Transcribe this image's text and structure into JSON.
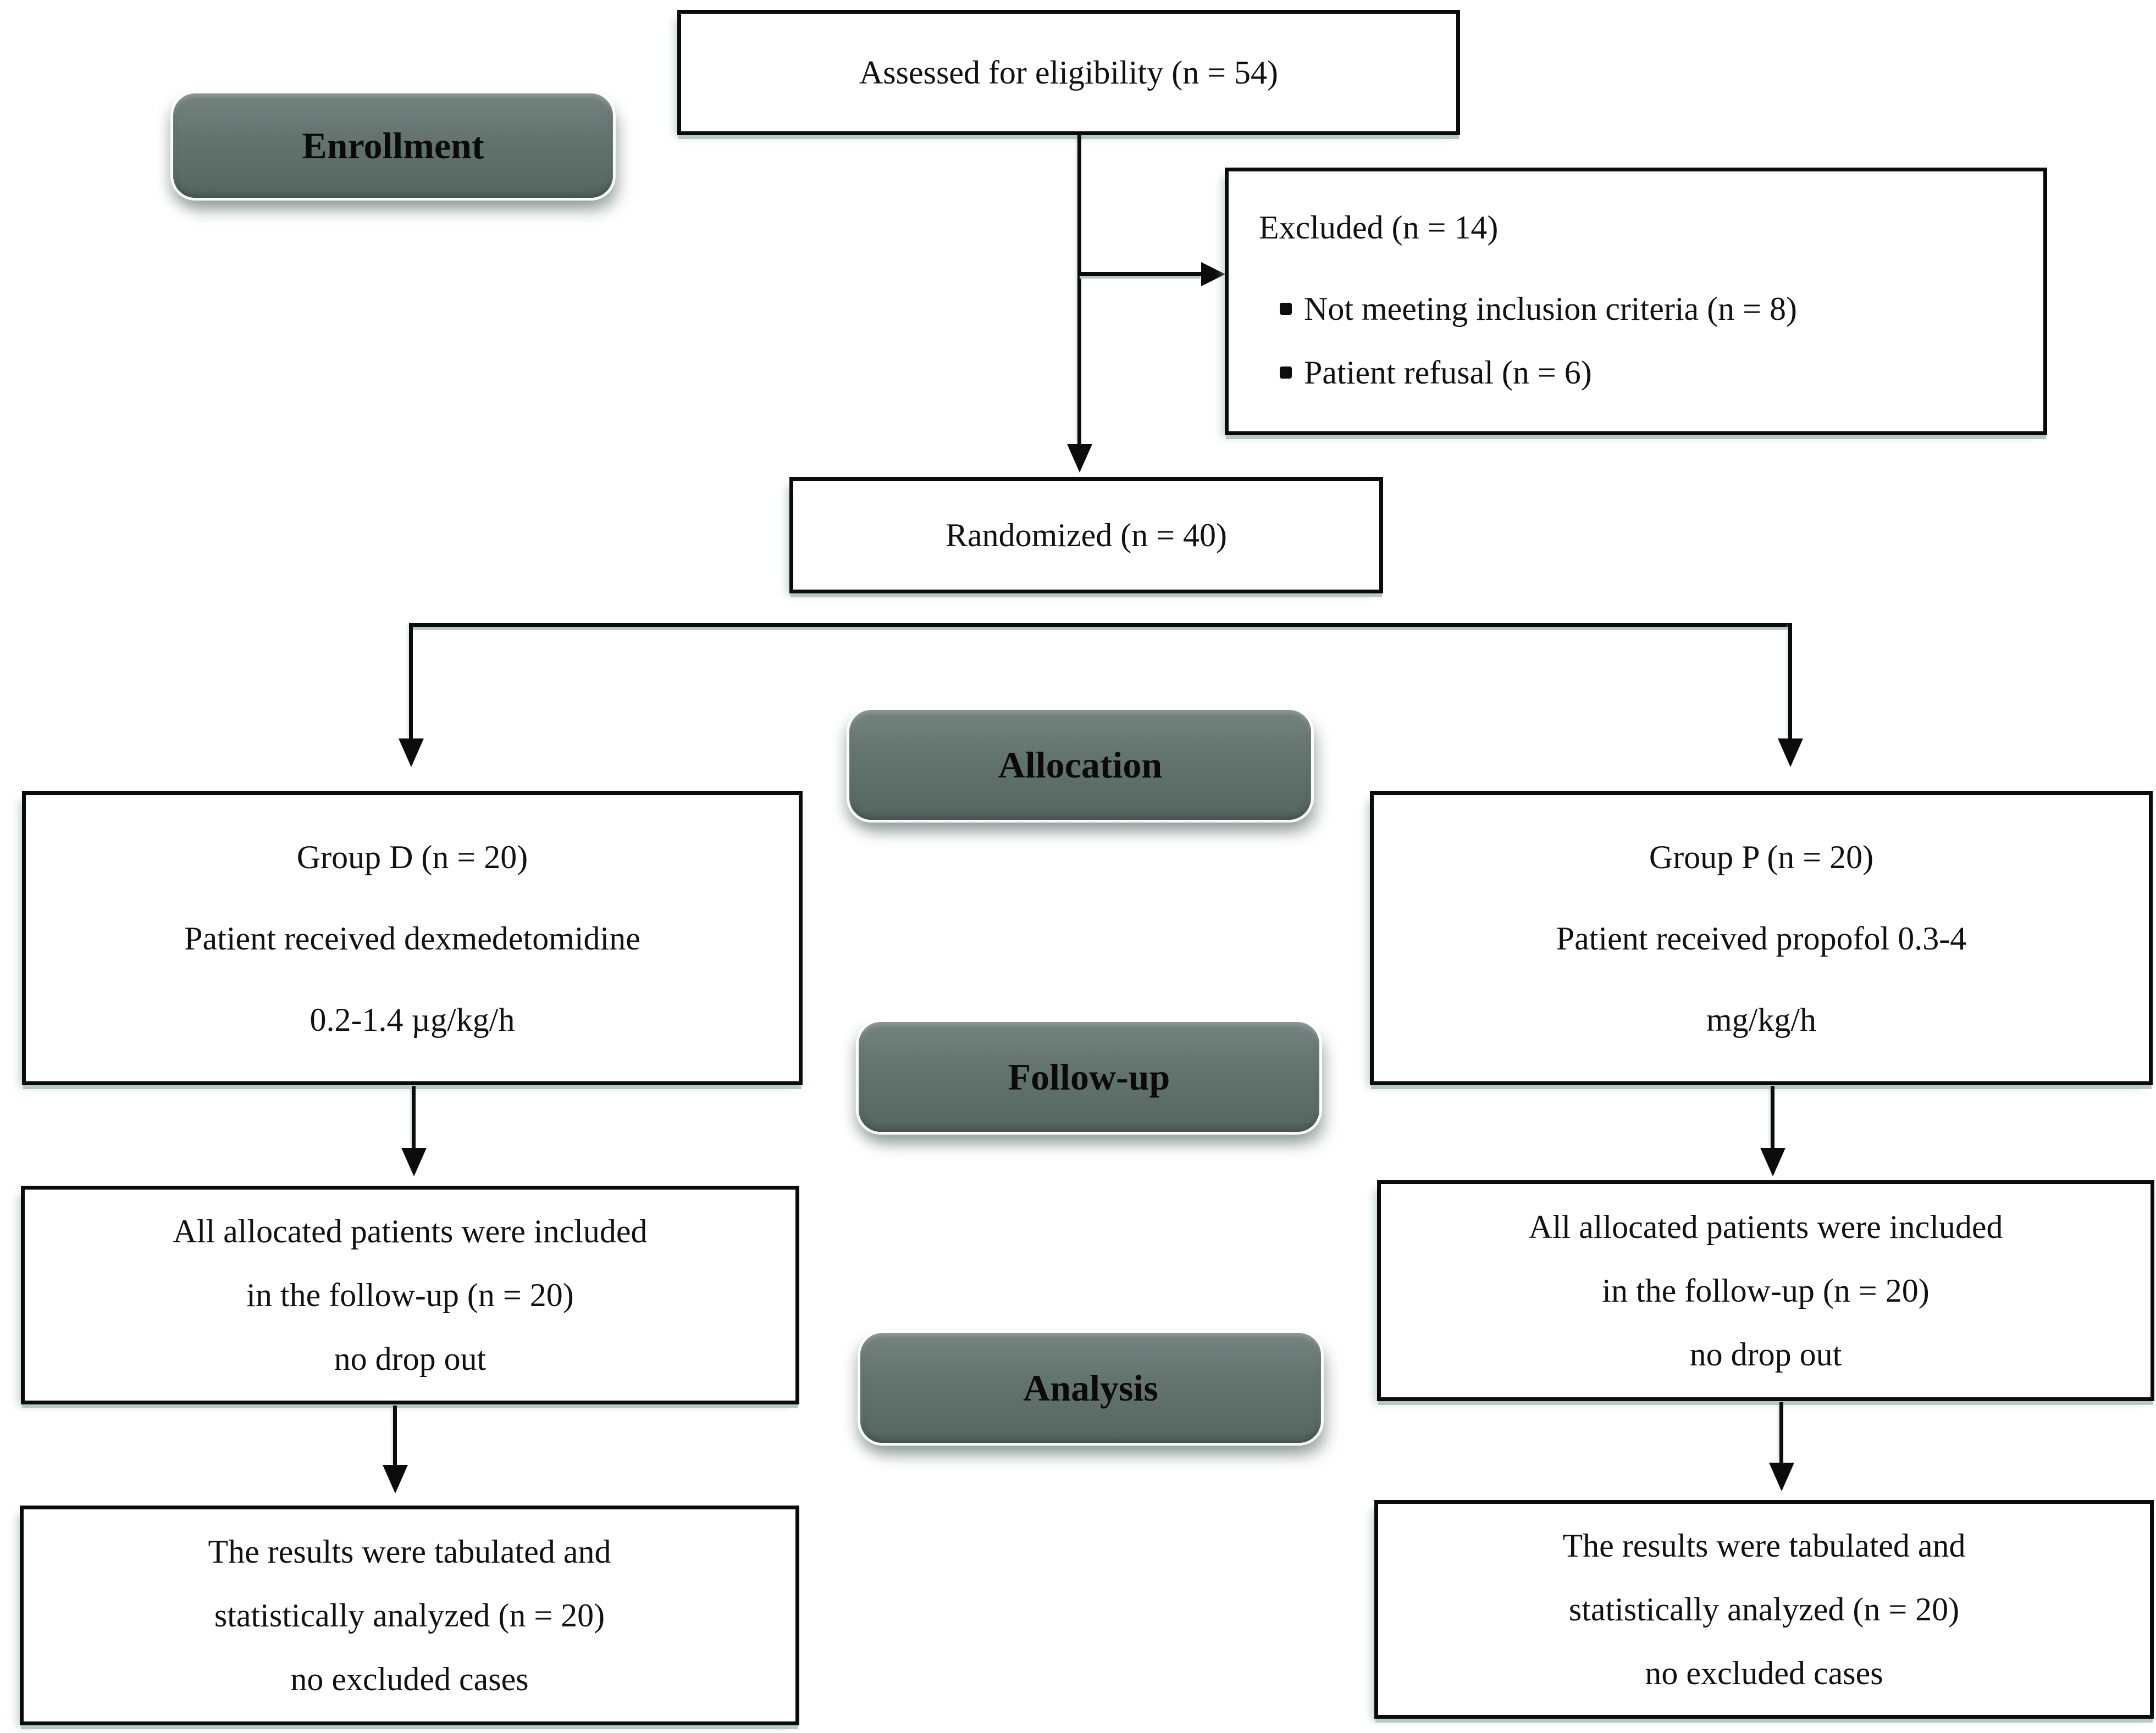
{
  "stage_labels": {
    "enrollment": "Enrollment",
    "allocation": "Allocation",
    "followup": "Follow-up",
    "analysis": "Analysis"
  },
  "boxes": {
    "assessed": {
      "text": "Assessed for eligibility (n = 54)"
    },
    "excluded": {
      "title": "Excluded (n = 14)",
      "items": [
        "Not meeting inclusion criteria (n = 8)",
        "Patient refusal (n = 6)"
      ]
    },
    "randomized": {
      "text": "Randomized (n = 40)"
    },
    "group_d": {
      "lines": [
        "Group D (n = 20)",
        "Patient received dexmedetomidine",
        "0.2-1.4 µg/kg/h"
      ]
    },
    "group_p": {
      "lines": [
        "Group P (n = 20)",
        "Patient received propofol 0.3-4",
        "mg/kg/h"
      ]
    },
    "followup_left": {
      "lines": [
        "All allocated patients were included",
        "in the follow-up (n = 20)",
        "no drop out"
      ]
    },
    "followup_right": {
      "lines": [
        "All allocated patients were included",
        "in the follow-up (n = 20)",
        "no drop out"
      ]
    },
    "analysis_left": {
      "lines": [
        "The results were tabulated and",
        "statistically analyzed (n = 20)",
        "no excluded cases"
      ]
    },
    "analysis_right": {
      "lines": [
        "The results were tabulated and",
        "statistically analyzed (n = 20)",
        "no excluded cases"
      ]
    }
  },
  "colors": {
    "stage_fill": "#64746f",
    "stage_fill_dark": "#55655f",
    "line": "#0c0c0c",
    "box_border": "#0b0b0b",
    "shadow": "#b7c9c7",
    "text": "#111111"
  }
}
